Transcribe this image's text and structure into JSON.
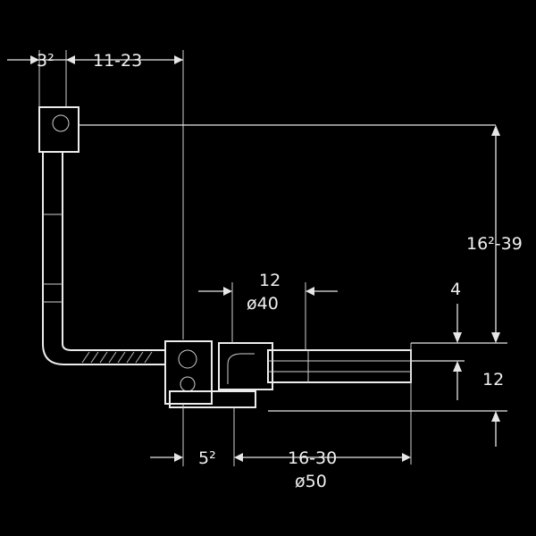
{
  "dimensions": {
    "top_left": "3²",
    "top_span": "11-23",
    "right_height": "16²-39",
    "small_gap": "4",
    "right_lower": "12",
    "pipe_offset": "12",
    "pipe_diameter": "ø40",
    "bottom_left": "5²",
    "bottom_span": "16-30",
    "bottom_diameter": "ø50"
  }
}
